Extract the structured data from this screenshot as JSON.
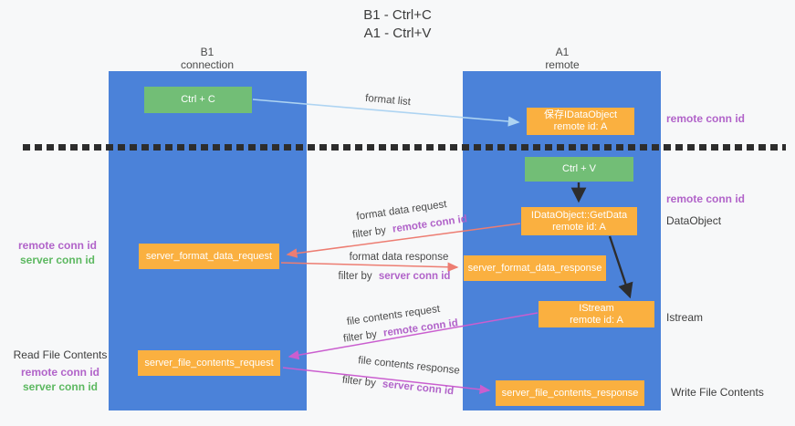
{
  "title": {
    "line1": "B1 - Ctrl+C",
    "line2": "A1 - Ctrl+V"
  },
  "lanes": {
    "left": {
      "title": "B1",
      "subtitle": "connection"
    },
    "right": {
      "title": "A1",
      "subtitle": "remote"
    }
  },
  "nodes": {
    "ctrl_c": {
      "label": "Ctrl + C"
    },
    "ctrl_v": {
      "label": "Ctrl + V"
    },
    "save_idataobject": {
      "line1": "保存IDataObject",
      "line2": "remote id: A"
    },
    "getdata": {
      "line1": "IDataObject::GetData",
      "line2": "remote id: A"
    },
    "istream": {
      "line1": "IStream",
      "line2": "remote id: A"
    },
    "server_format_data_request": {
      "label": "server_format_data_request"
    },
    "server_format_data_response": {
      "label": "server_format_data_response"
    },
    "server_file_contents_request": {
      "label": "server_file_contents_request"
    },
    "server_file_contents_response": {
      "label": "server_file_contents_response"
    }
  },
  "messages": {
    "format_list": "format list",
    "format_data_request": "format data request",
    "format_data_response": "format data response",
    "file_contents_request": "file contents request",
    "file_contents_response": "file contents response",
    "filter_by": "filter by",
    "remote_conn_id": "remote conn id",
    "server_conn_id": "server conn id"
  },
  "annotations": {
    "remote_conn_id": "remote conn id",
    "server_conn_id": "server conn id",
    "dataobject": "DataObject",
    "istream": "Istream",
    "read_file_contents": "Read File Contents",
    "write_file_contents": "Write File Contents"
  },
  "colors": {
    "lane_blue": "#4b82d9",
    "box_green": "#72be76",
    "box_orange": "#fab040",
    "purple_text": "#b163c9",
    "green_text": "#5cb860",
    "arrow_light_blue": "#aed4f2",
    "arrow_red": "#ed7d72",
    "arrow_magenta": "#ca5ecf",
    "arrow_black": "#2d2d2d",
    "background": "#f7f8f9"
  }
}
